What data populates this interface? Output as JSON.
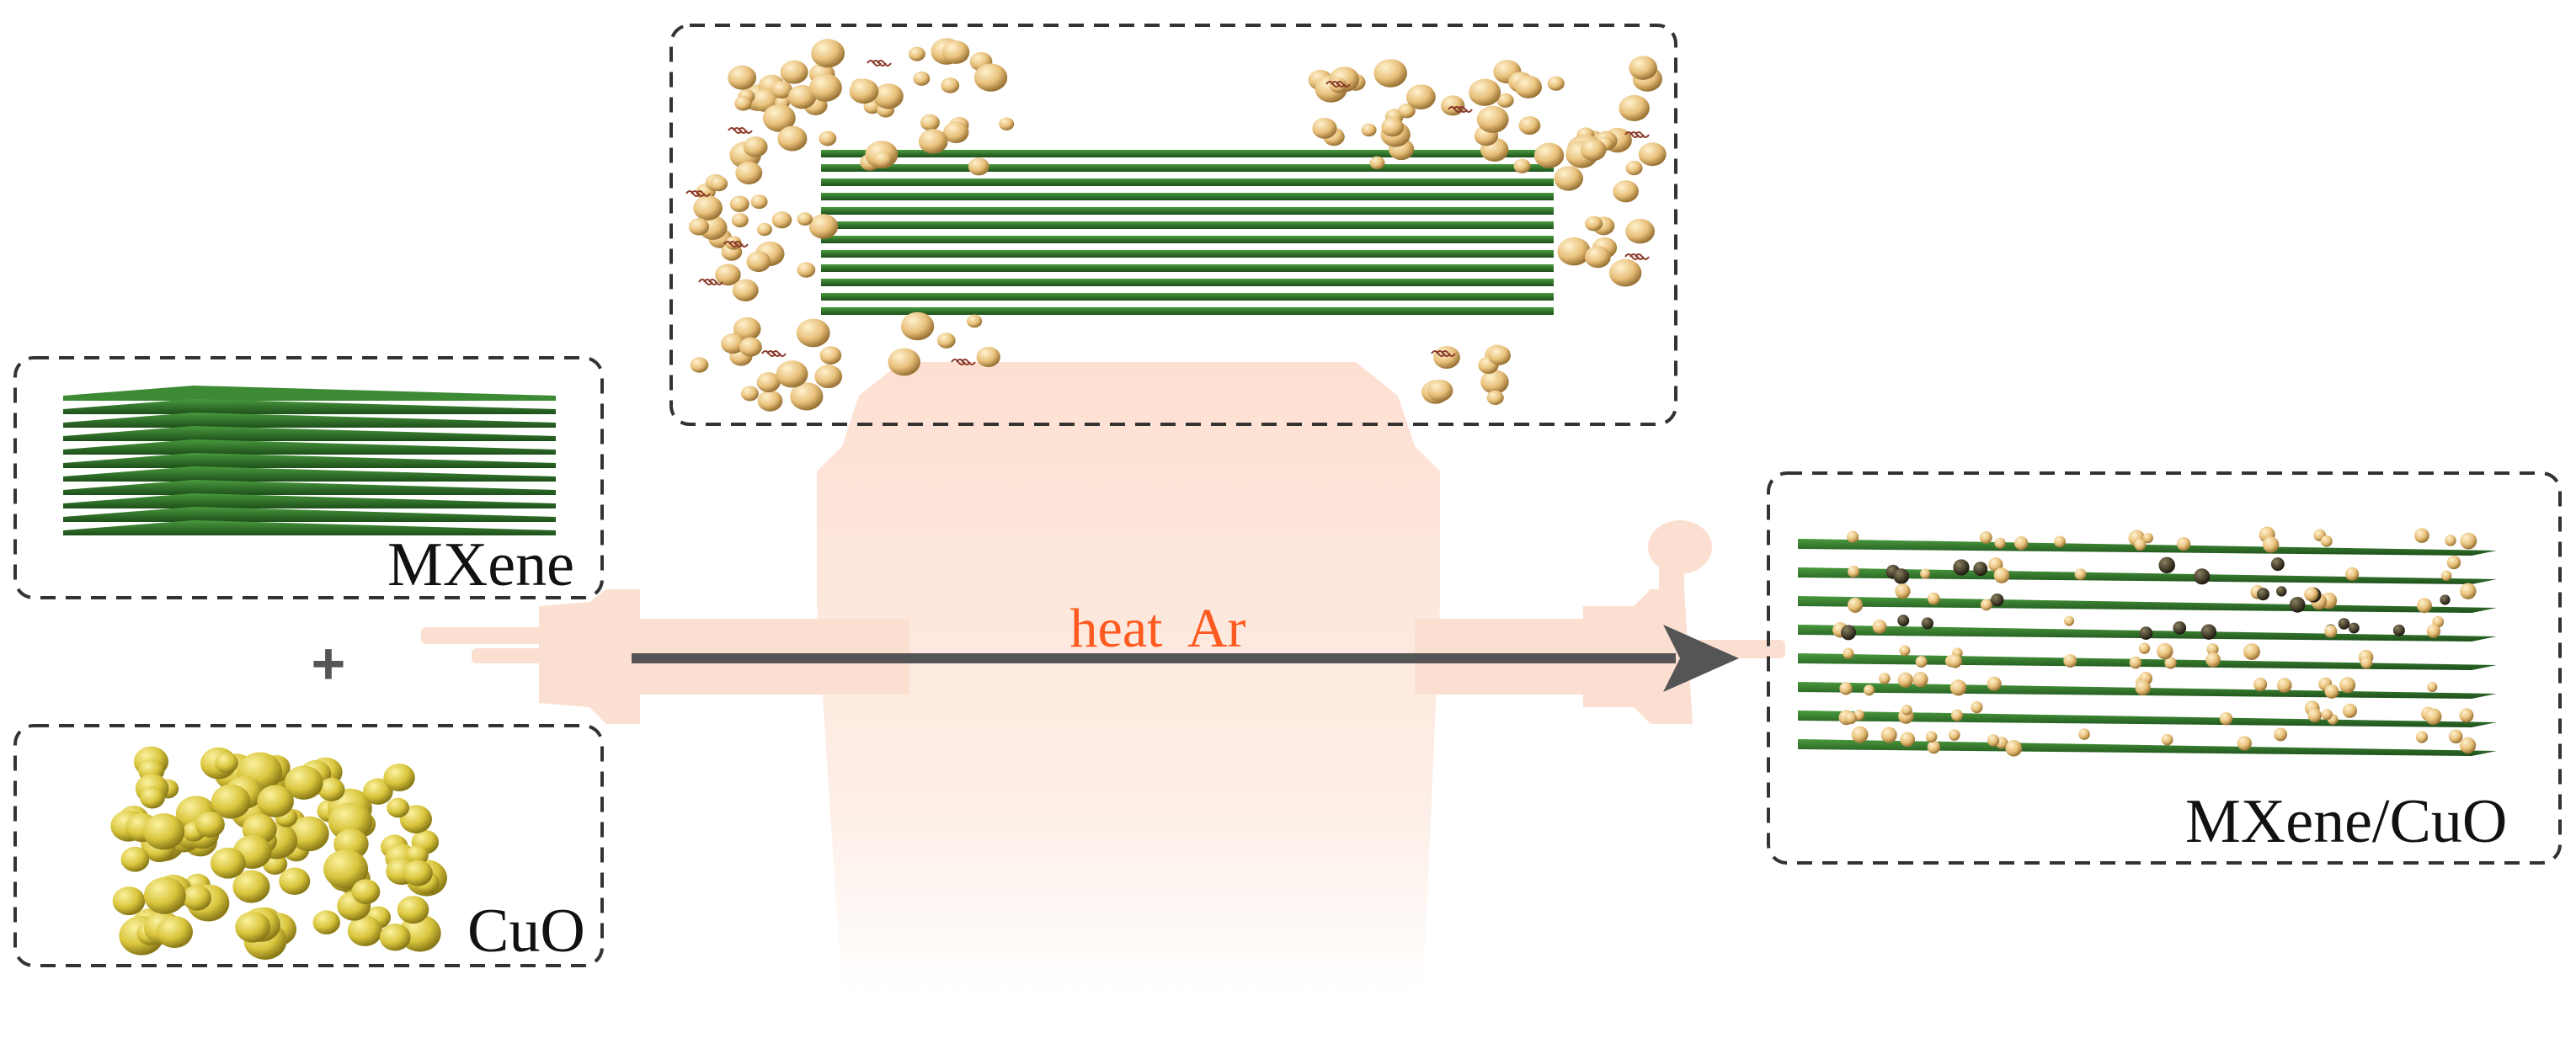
{
  "labels": {
    "mxene": "MXene",
    "cuo": "CuO",
    "plus": "+",
    "process": "heat  Ar",
    "product": "MXene/CuO"
  },
  "colors": {
    "sheet": "#2f7a2a",
    "sheet_dark": "#1d4f1a",
    "particle_cuo": "#d9c53c",
    "particle_gas": "#e8c07a",
    "particle_dark": "#3a3320",
    "furnace": "#fde3d6",
    "arrow": "#555555",
    "process_text": "#ff5a1f",
    "box_border": "#333333"
  },
  "icons": {
    "vapor": "wavy-vapor-icon",
    "arrow": "right-arrow-icon"
  }
}
